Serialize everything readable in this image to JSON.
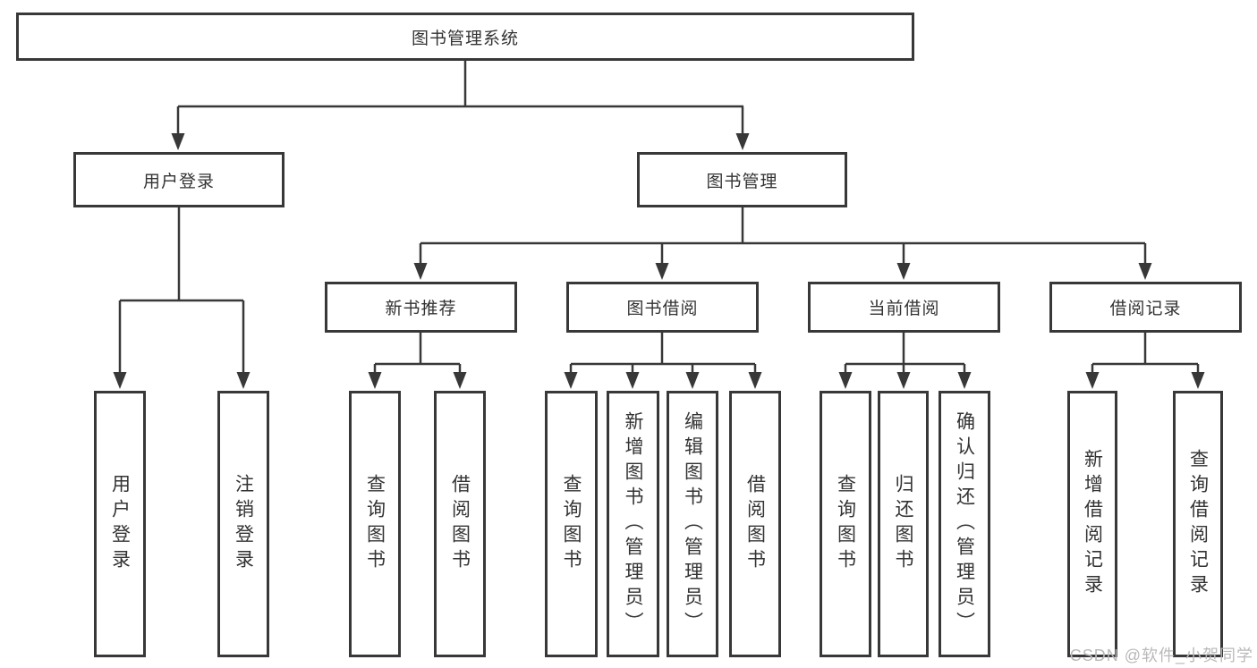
{
  "tree": {
    "root": {
      "label": "图书管理系统",
      "children": [
        {
          "label": "用户登录",
          "children": [
            {
              "label": "用户登录"
            },
            {
              "label": "注销登录"
            }
          ]
        },
        {
          "label": "图书管理",
          "children": [
            {
              "label": "新书推荐",
              "children": [
                {
                  "label": "查询图书"
                },
                {
                  "label": "借阅图书"
                }
              ]
            },
            {
              "label": "图书借阅",
              "children": [
                {
                  "label": "查询图书"
                },
                {
                  "label": "新增图书（管理员）"
                },
                {
                  "label": "编辑图书（管理员）"
                },
                {
                  "label": "借阅图书"
                }
              ]
            },
            {
              "label": "当前借阅",
              "children": [
                {
                  "label": "查询图书"
                },
                {
                  "label": "归还图书"
                },
                {
                  "label": "确认归还（管理员）"
                }
              ]
            },
            {
              "label": "借阅记录",
              "children": [
                {
                  "label": "新增借阅记录"
                },
                {
                  "label": "查询借阅记录"
                }
              ]
            }
          ]
        }
      ]
    }
  },
  "colors": {
    "line": "#383838",
    "text": "#333333",
    "watermark": "#b9b9b9"
  },
  "watermark": {
    "text": "CSDN @软件_小贺同学"
  }
}
